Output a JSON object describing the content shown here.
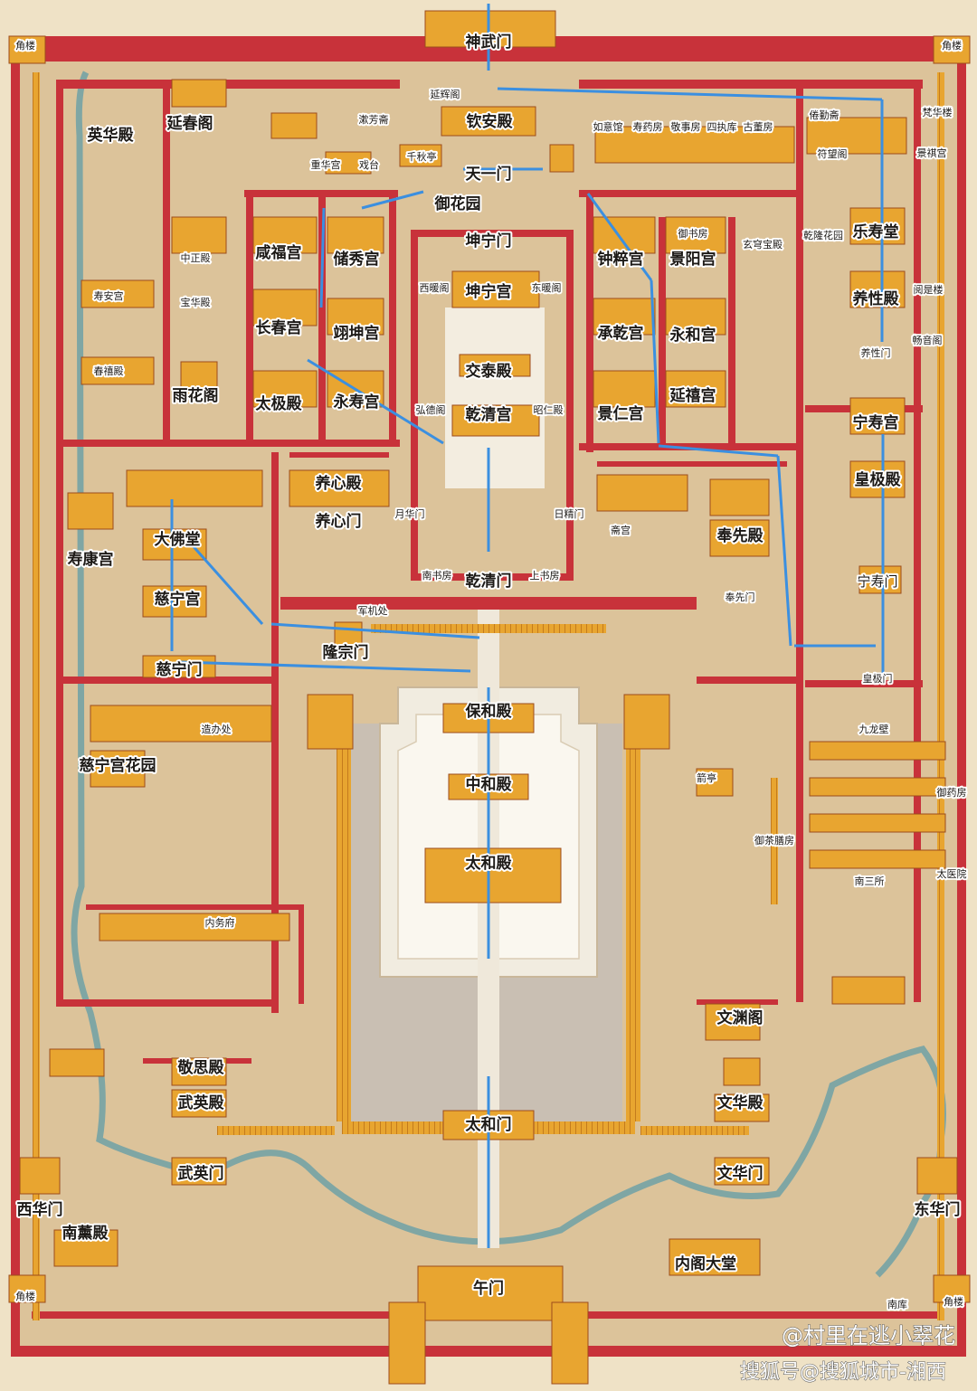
{
  "labels": {
    "shenwumen": "神武门",
    "jiaolou_nw": "角楼",
    "jiaolou_ne": "角楼",
    "jiaolou_sw": "角楼",
    "jiaolou_se": "角楼",
    "yanhuige": "延辉阁",
    "yinghuadian": "英华殿",
    "yanchunge": "延春阁",
    "shufangzhai": "漱芳斋",
    "qinandian": "钦安殿",
    "ruyiguan": "如意馆",
    "shouyaofang": "寿药房",
    "jingshifang": "敬事房",
    "sizhiku": "四执库",
    "gudongfang": "古董房",
    "juanqinzhai": "倦勤斋",
    "fanhualou": "梵华楼",
    "chonghuagong": "重华宫",
    "xitai": "戏台",
    "qianqiuting": "千秋亭",
    "tianyimen": "天一门",
    "fuchenge": "符望阁",
    "jingqigong": "景祺宫",
    "yuhuayuan": "御花园",
    "zhongzhengdian": "中正殿",
    "xianfugong": "咸福宫",
    "chuxiugong": "储秀宫",
    "kunningmen": "坤宁门",
    "zhongcuigong": "钟粹宫",
    "yushufang": "御书房",
    "jingyanggong": "景阳宫",
    "xuanqiongbaodian": "玄穹宝殿",
    "qianlonghuayuan": "乾隆花园",
    "leshoutang": "乐寿堂",
    "shouangong": "寿安宫",
    "baohuadian": "宝华殿",
    "xinuange": "西暖阁",
    "kunninggong": "坤宁宫",
    "dongnuange": "东暖阁",
    "yangxingdian": "养性殿",
    "yueshilou": "阅是楼",
    "changchungong": "长春宫",
    "yikungong": "翊坤宫",
    "chengqiangong": "承乾宫",
    "yonghegong": "永和宫",
    "yangxingmen": "养性门",
    "changyinge": "畅音阁",
    "chunxidian": "春禧殿",
    "yuhuage": "雨花阁",
    "jiaotaidian": "交泰殿",
    "taijidian": "太极殿",
    "yongshougong": "永寿宫",
    "hongdege": "弘德阁",
    "qianqinggong": "乾清宫",
    "zhaorendian": "昭仁殿",
    "jingrengong": "景仁宫",
    "yanxigong": "延禧宫",
    "ningshougong": "宁寿宫",
    "yangxindian": "养心殿",
    "huangjidian": "皇极殿",
    "yangxinmen": "养心门",
    "yuehuamen": "月华门",
    "rijingmen": "日精门",
    "zhaigong": "斋宫",
    "dafotang": "大佛堂",
    "shoukanggong": "寿康宫",
    "fengxiandian": "奉先殿",
    "cininggong": "慈宁宫",
    "nanshufang": "南书房",
    "qianqingmen": "乾清门",
    "shangshufang": "上书房",
    "ningshoumen": "宁寿门",
    "junjichu": "军机处",
    "fengxianmen": "奉先门",
    "longzongmen": "隆宗门",
    "ciningmen": "慈宁门",
    "huangjimen": "皇极门",
    "baohedian": "保和殿",
    "zaobanchu": "造办处",
    "jiulongbi": "九龙壁",
    "zhonghedian": "中和殿",
    "jianting": "箭亭",
    "cininggonghuayuan": "慈宁宫花园",
    "yuyaofang": "御药房",
    "yuchashanfang": "御茶膳房",
    "taihedian": "太和殿",
    "nansansuo": "南三所",
    "taiyiyuan": "太医院",
    "neiwufu": "内务府",
    "wenyuange": "文渊阁",
    "jingsidian": "敬思殿",
    "wuyingdian": "武英殿",
    "wenhuadian": "文华殿",
    "taihemen": "太和门",
    "wuyingmen": "武英门",
    "wenhuamen": "文华门",
    "xihuamen": "西华门",
    "donghuamen": "东华门",
    "nanxundian": "南薰殿",
    "neigedatang": "内阁大堂",
    "wumen": "午门",
    "nanku": "南库"
  },
  "watermark": {
    "line1": "@村里在逃小翠花",
    "line2": "搜狐号@搜狐城市-湘西"
  },
  "colors": {
    "ground": "#dcc39a",
    "wall": "#c8323a",
    "roof": "#e8a530",
    "route": "#3b8fe0",
    "water": "#7fa6a4",
    "courtyard": "#c9bfb3"
  }
}
